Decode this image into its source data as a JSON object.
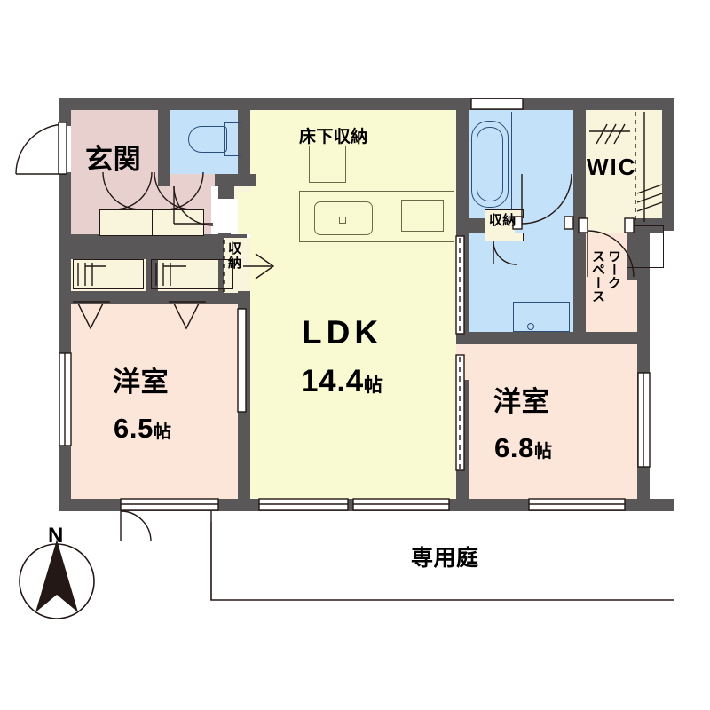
{
  "plan": {
    "type": "japanese-apartment-floor-plan",
    "layout_code": "2LDK",
    "rooms": [
      {
        "key": "entrance",
        "label": "玄関",
        "size": "",
        "color": "#e8d0cf"
      },
      {
        "key": "ldk",
        "label": "LDK",
        "size": "14.4",
        "unit": "帖",
        "color": "#f9f9d2"
      },
      {
        "key": "bedroom_w",
        "label": "洋室",
        "size": "6.5",
        "unit": "帖",
        "color": "#fbe6d9"
      },
      {
        "key": "bedroom_e",
        "label": "洋室",
        "size": "6.8",
        "unit": "帖",
        "color": "#fbe6d9"
      },
      {
        "key": "wic",
        "label": "WIC",
        "size": "",
        "color": "#f9f4dc"
      },
      {
        "key": "workspace",
        "label": "ワークスペース",
        "size": "",
        "color": "#fbe6d9"
      },
      {
        "key": "bath",
        "label": "",
        "size": "",
        "color": "#c3e1f8"
      },
      {
        "key": "washroom",
        "label": "",
        "size": "",
        "color": "#c3e1f8"
      },
      {
        "key": "toilet",
        "label": "",
        "size": "",
        "color": "#c3e1f8"
      }
    ],
    "labels": {
      "entrance": "玄関",
      "underfloor_storage": "床下収納",
      "closet_hall": "収納",
      "closet_washroom": "収納",
      "wic": "WIC",
      "workspace_line1": "ワーク",
      "workspace_line2": "スペース",
      "ldk_name": "LDK",
      "ldk_size": "14.4",
      "ldk_unit": "帖",
      "bedroom_west_name": "洋室",
      "bedroom_west_size": "6.5",
      "bedroom_west_unit": "帖",
      "bedroom_east_name": "洋室",
      "bedroom_east_size": "6.8",
      "bedroom_east_unit": "帖",
      "private_garden": "専用庭",
      "compass_north": "N"
    },
    "colors": {
      "wall": "#595757",
      "ldk_fill": "#f9f9d2",
      "room_fill": "#fbe6d9",
      "entrance_fill": "#e8d0cf",
      "wet_fill": "#c3e1f8",
      "closet_fill": "#f9f4dc",
      "ink": "#231815",
      "fixture_outline": "#6b6b4a",
      "background": "#ffffff"
    },
    "fixtures": [
      {
        "name": "toilet",
        "room": "toilet"
      },
      {
        "name": "bathtub",
        "room": "bath"
      },
      {
        "name": "vanity-sink",
        "room": "washroom"
      },
      {
        "name": "kitchen-sink",
        "room": "ldk"
      },
      {
        "name": "gas-stove",
        "room": "ldk"
      },
      {
        "name": "underfloor-storage-hatch",
        "room": "ldk"
      },
      {
        "name": "shoe-cabinet",
        "room": "entrance"
      },
      {
        "name": "closet-shelf",
        "room": "bedroom_w"
      },
      {
        "name": "hanging-rod",
        "room": "wic"
      }
    ]
  }
}
